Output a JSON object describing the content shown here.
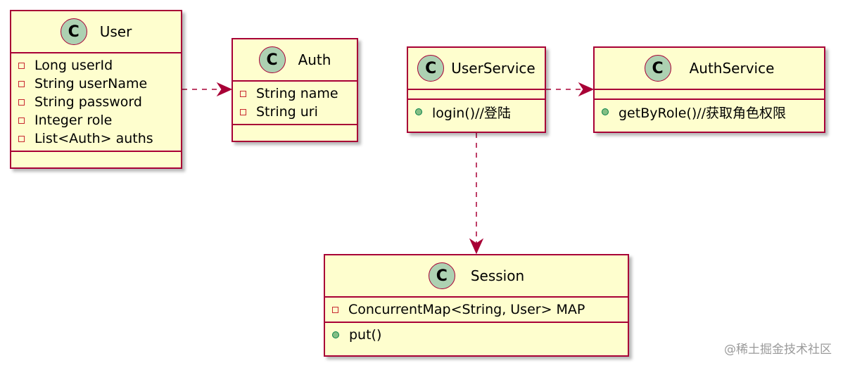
{
  "classes": {
    "user": {
      "name": "User",
      "icon": "C",
      "fields": [
        "Long userId",
        "String userName",
        "String password",
        "Integer role",
        "List<Auth> auths"
      ]
    },
    "auth": {
      "name": "Auth",
      "icon": "C",
      "fields": [
        "String name",
        "String uri"
      ]
    },
    "user_service": {
      "name": "UserService",
      "icon": "C",
      "methods": [
        "login()//登陆"
      ]
    },
    "auth_service": {
      "name": "AuthService",
      "icon": "C",
      "methods": [
        "getByRole()//获取角色权限"
      ]
    },
    "session": {
      "name": "Session",
      "icon": "C",
      "fields": [
        "ConcurrentMap<String, User> MAP"
      ],
      "methods": [
        "put()"
      ]
    }
  },
  "watermark": "@稀土掘金技术社区",
  "colors": {
    "border": "#a80036",
    "fill": "#fefece",
    "class_icon": "#add1b2",
    "private_marker": "#c82930",
    "public_marker": "#84be84"
  }
}
